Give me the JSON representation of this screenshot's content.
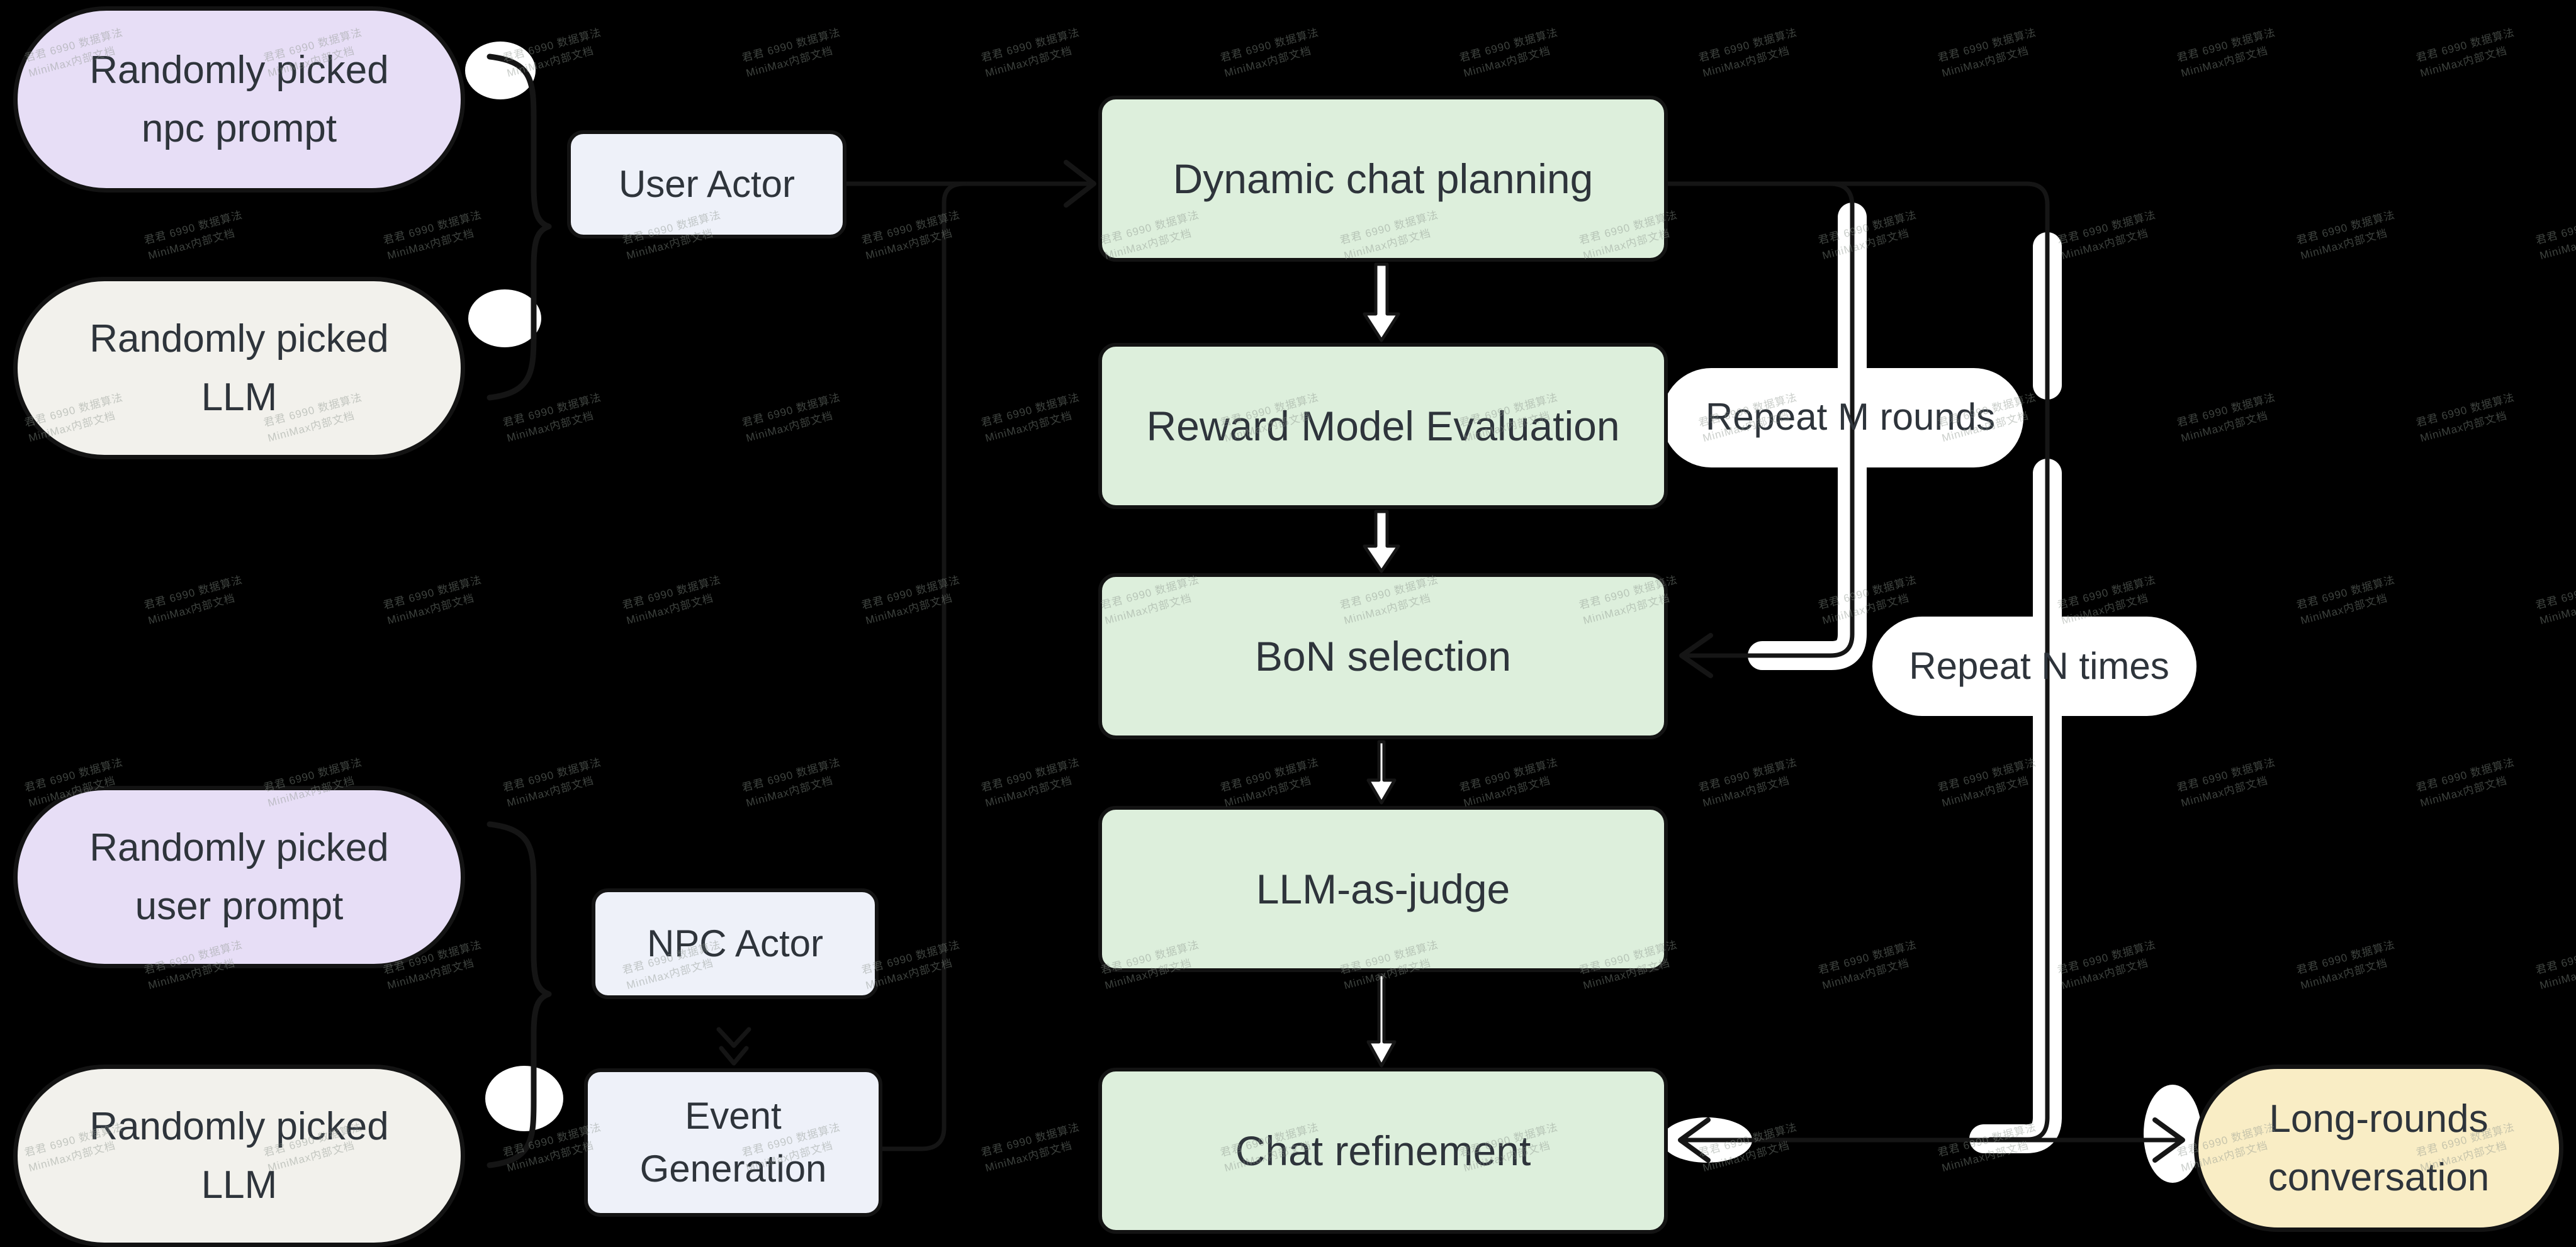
{
  "diagram": {
    "background": "#000000",
    "watermark": {
      "line1": "君君 6990 数据算法",
      "line2": "MiniMax内部文档"
    },
    "colors": {
      "purple_pill": "#e7def6",
      "offwhite_pill": "#f2f1ec",
      "actor_box": "#eef1f9",
      "process_box": "#ddefdc",
      "output_pill": "#f9edc5",
      "border": "#131313",
      "text": "#2e343b",
      "highlight": "#ffffff"
    },
    "nodes": {
      "npc_prompt": {
        "line1": "Randomly picked",
        "line2": "npc prompt"
      },
      "llm_top": {
        "line1": "Randomly picked",
        "line2": "LLM"
      },
      "user_actor": {
        "label": "User Actor"
      },
      "user_prompt": {
        "line1": "Randomly picked",
        "line2": "user prompt"
      },
      "llm_bottom": {
        "line1": "Randomly picked",
        "line2": "LLM"
      },
      "npc_actor": {
        "label": "NPC Actor"
      },
      "event_generation": {
        "line1": "Event",
        "line2": "Generation"
      },
      "dynamic_planning": {
        "label": "Dynamic chat planning"
      },
      "reward_eval": {
        "label": "Reward Model Evaluation"
      },
      "bon_selection": {
        "label": "BoN selection"
      },
      "llm_judge": {
        "label": "LLM-as-judge"
      },
      "chat_refinement": {
        "label": "Chat refinement"
      },
      "long_rounds": {
        "line1": "Long-rounds",
        "line2": "conversation"
      }
    },
    "loop_labels": {
      "repeat_m": "Repeat M rounds",
      "repeat_n": "Repeat N times"
    }
  }
}
